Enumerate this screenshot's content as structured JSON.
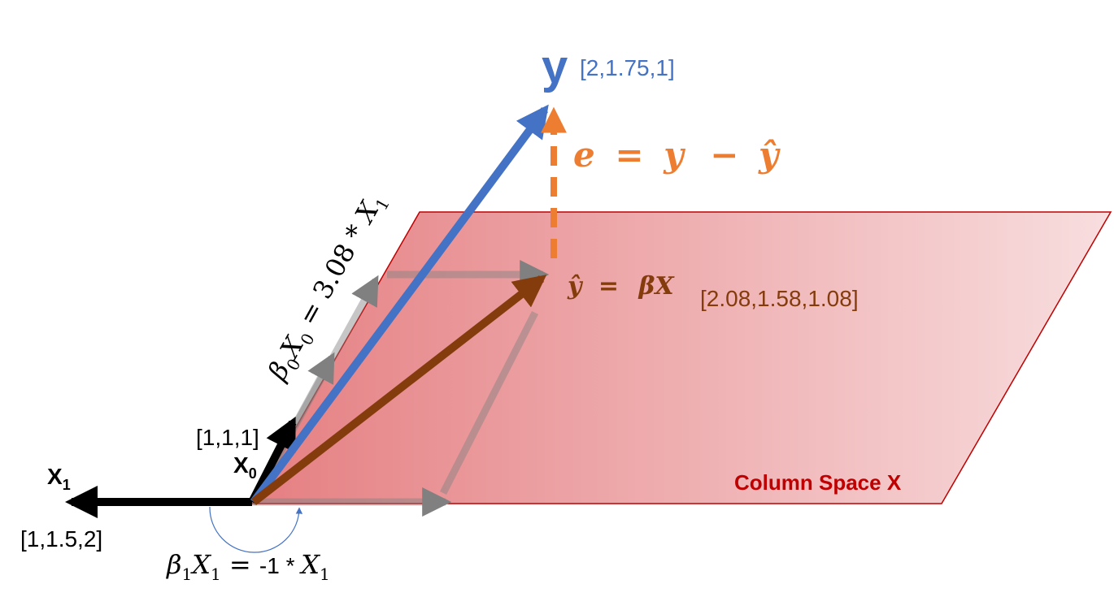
{
  "colors": {
    "plane_fill_left": "#E57F82",
    "plane_fill_right": "#F8DEDF",
    "plane_edge": "#C00000",
    "y_vector": "#4472C4",
    "y_hat_vector": "#843C0C",
    "error_vector": "#ED7D31",
    "basis_vector": "#000000",
    "ghost_vector": "#808080"
  },
  "plane": {
    "label": "Column Space X"
  },
  "vectors": {
    "y": {
      "name": "y",
      "coords": "[2,1.75,1]"
    },
    "y_hat": {
      "equation_lhs": "ŷ",
      "equation_eq": "=",
      "equation_rhs": "βX",
      "coords": "[2.08,1.58,1.08]"
    },
    "error": {
      "e": "e",
      "eq": "=",
      "y": "y",
      "minus": "−",
      "y_hat": "ŷ"
    },
    "x0": {
      "name": "X",
      "subscript": "0",
      "coords": "[1,1,1]"
    },
    "x1": {
      "name": "X",
      "subscript": "1",
      "coords": "[1,1.5,2]"
    }
  },
  "annotations": {
    "beta0": {
      "beta": "β",
      "beta_sub": "0",
      "x": "X",
      "x_sub": "0",
      "eq": " = 3.08 * ",
      "x2": "X",
      "x2_sub": "1"
    },
    "beta1": {
      "beta": "β",
      "beta_sub": "1",
      "x": "X",
      "x_sub": "1",
      "eq": " = ",
      "value": "-1 * ",
      "x2": "X",
      "x2_sub": "1"
    }
  }
}
